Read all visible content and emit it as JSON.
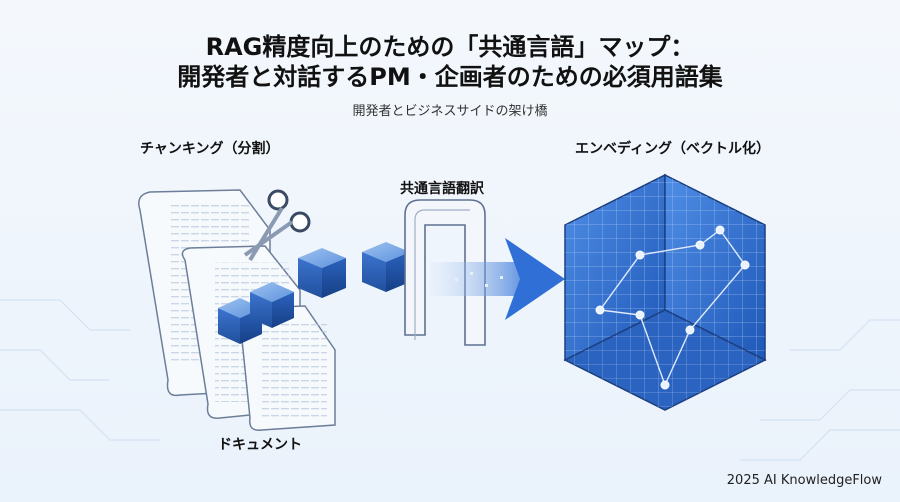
{
  "header": {
    "title_line1": "RAG精度向上のための「共通言語」マップ：",
    "title_line2": "開発者と対話するPM・企画者のための必須用語集",
    "subtitle": "開発者とビジネスサイドの架け橋"
  },
  "labels": {
    "chunking": "チャンキング（分割）",
    "embedding": "エンベディング（ベクトル化）",
    "translation": "共通言語翻訳",
    "document": "ドキュメント"
  },
  "footer": {
    "credit": "2025 AI KnowledgeFlow"
  },
  "icons": [
    "document-stack-icon",
    "scissors-icon",
    "data-cube-icon",
    "gate-icon",
    "arrow-icon",
    "vector-space-icon"
  ],
  "colors": {
    "accent": "#2f6fd6",
    "dark_blue": "#1d4f9e",
    "light_blue": "#cfe0f6"
  }
}
